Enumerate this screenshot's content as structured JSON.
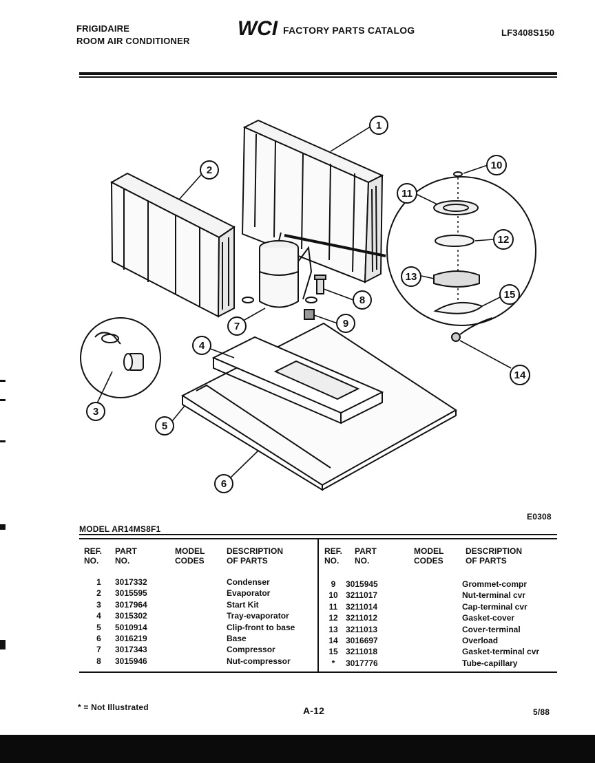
{
  "header": {
    "brand": "FRIGIDAIRE",
    "subtitle": "ROOM AIR CONDITIONER",
    "logo_text": "WCI",
    "catalog": "FACTORY PARTS CATALOG",
    "model_code": "LF3408S150"
  },
  "diagram": {
    "figure_code": "E0308",
    "callouts": [
      "1",
      "2",
      "3",
      "4",
      "5",
      "6",
      "7",
      "8",
      "9",
      "10",
      "11",
      "12",
      "13",
      "14",
      "15"
    ]
  },
  "model_line": "MODEL AR14MS8F1",
  "table": {
    "headers": {
      "ref": [
        "REF.",
        "NO."
      ],
      "part": [
        "PART",
        "NO."
      ],
      "model": [
        "MODEL",
        "CODES"
      ],
      "desc": [
        "DESCRIPTION",
        "OF PARTS"
      ]
    },
    "left_rows": [
      {
        "ref": "1",
        "part": "3017332",
        "model": "",
        "desc": "Condenser"
      },
      {
        "ref": "2",
        "part": "3015595",
        "model": "",
        "desc": "Evaporator"
      },
      {
        "ref": "3",
        "part": "3017964",
        "model": "",
        "desc": "Start Kit"
      },
      {
        "ref": "4",
        "part": "3015302",
        "model": "",
        "desc": "Tray-evaporator"
      },
      {
        "ref": "5",
        "part": "5010914",
        "model": "",
        "desc": "Clip-front to base"
      },
      {
        "ref": "6",
        "part": "3016219",
        "model": "",
        "desc": "Base"
      },
      {
        "ref": "7",
        "part": "3017343",
        "model": "",
        "desc": "Compressor"
      },
      {
        "ref": "8",
        "part": "3015946",
        "model": "",
        "desc": "Nut-compressor"
      }
    ],
    "right_rows": [
      {
        "ref": "9",
        "part": "3015945",
        "model": "",
        "desc": "Grommet-compr"
      },
      {
        "ref": "10",
        "part": "3211017",
        "model": "",
        "desc": "Nut-terminal cvr"
      },
      {
        "ref": "11",
        "part": "3211014",
        "model": "",
        "desc": "Cap-terminal cvr"
      },
      {
        "ref": "12",
        "part": "3211012",
        "model": "",
        "desc": "Gasket-cover"
      },
      {
        "ref": "13",
        "part": "3211013",
        "model": "",
        "desc": "Cover-terminal"
      },
      {
        "ref": "14",
        "part": "3016697",
        "model": "",
        "desc": "Overload"
      },
      {
        "ref": "15",
        "part": "3211018",
        "model": "",
        "desc": "Gasket-terminal cvr"
      },
      {
        "ref": "*",
        "part": "3017776",
        "model": "",
        "desc": "Tube-capillary"
      }
    ]
  },
  "footer": {
    "note": "* = Not Illustrated",
    "page": "A-12",
    "date": "5/88"
  }
}
